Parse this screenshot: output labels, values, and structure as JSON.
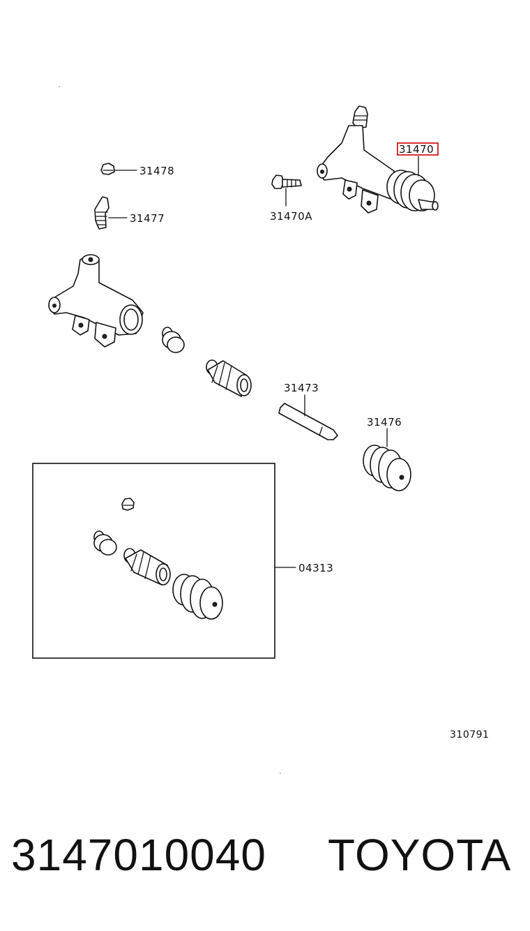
{
  "callouts": {
    "c31470": "31470",
    "c31478": "31478",
    "c31477": "31477",
    "c31470A": "31470A",
    "c31473": "31473",
    "c31476": "31476",
    "c04313": "04313"
  },
  "diagram_id": "310791",
  "caption": {
    "part_number": "3147010040",
    "brand": "TOYOTA"
  },
  "colors": {
    "highlight": "#cc0000",
    "line": "#111111"
  }
}
